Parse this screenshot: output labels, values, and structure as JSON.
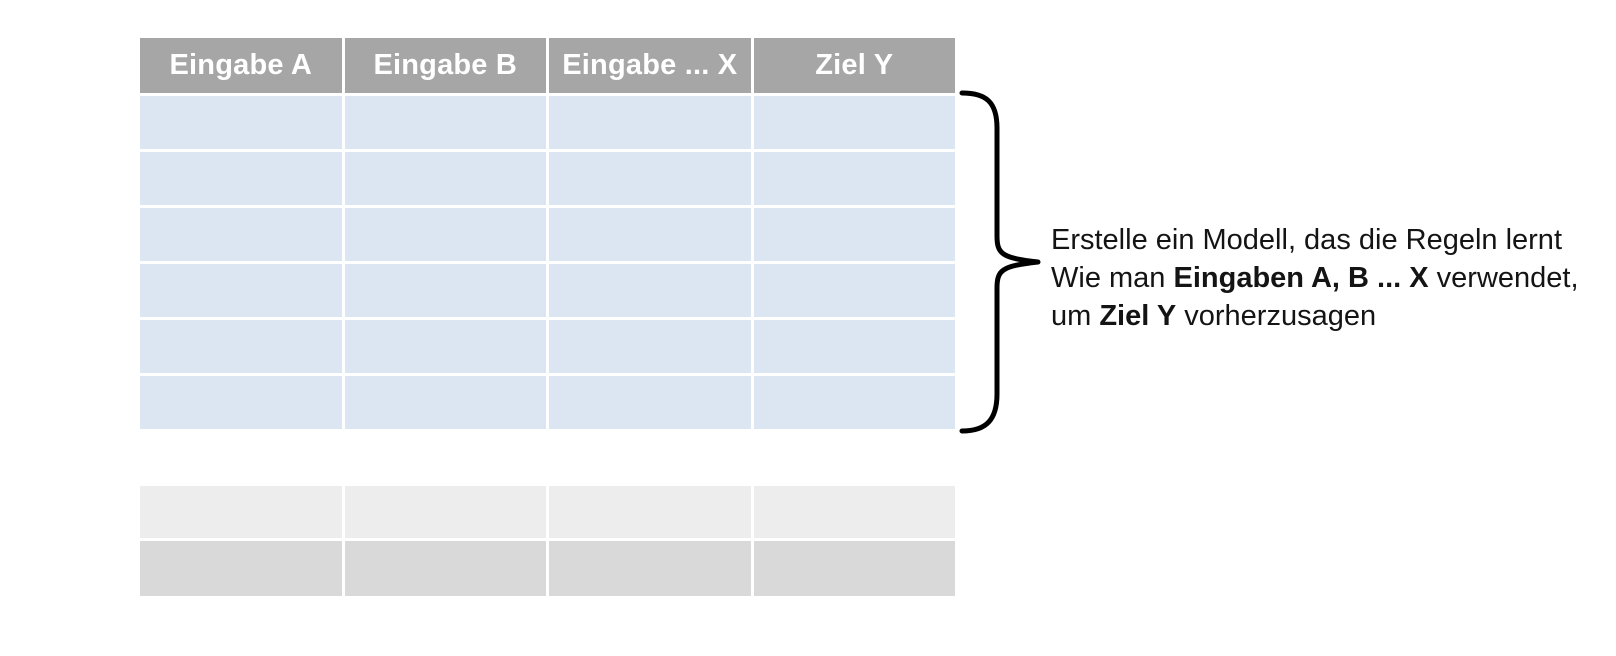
{
  "slide": {
    "background_color": "#ffffff"
  },
  "table": {
    "headers": [
      "Eingabe A",
      "Eingabe B",
      "Eingabe ... X",
      "Ziel Y"
    ],
    "column_count": 4,
    "training_row_count": 6,
    "test_row_count": 2,
    "header_bg_color": "#a6a6a6",
    "header_text_color": "#ffffff",
    "training_cell_color": "#dce6f2",
    "test_row1_color": "#ededed",
    "test_row2_color": "#d9d9d9"
  },
  "brace": {
    "color": "#000000"
  },
  "annotation": {
    "text_color": "#141414",
    "line1": "Erstelle ein Modell, das die Regeln lernt",
    "line2_prefix": "Wie man ",
    "line2_bold": "Eingaben A, B ... X",
    "line2_suffix": " verwendet,",
    "line3_prefix": "um ",
    "line3_bold": "Ziel Y",
    "line3_suffix": " vorherzusagen"
  }
}
